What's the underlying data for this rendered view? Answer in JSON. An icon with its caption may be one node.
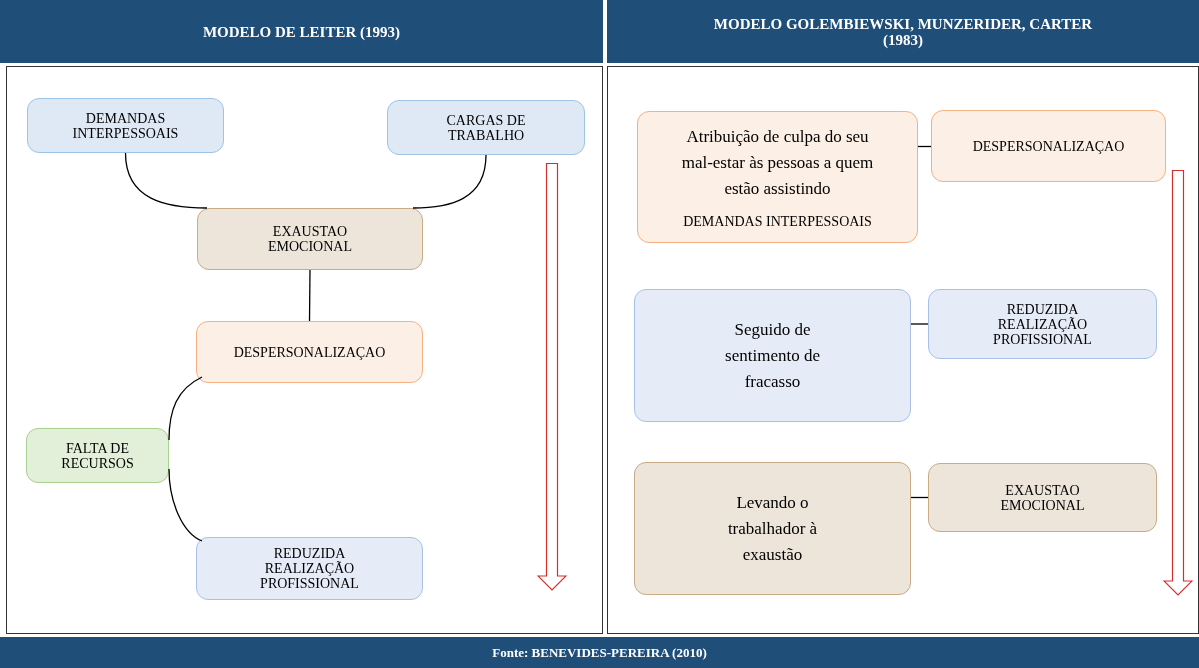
{
  "diagram": {
    "nodes": [
      {
        "text": [
          "MODELO DE LEITER (1993)"
        ]
      },
      {
        "text": [
          "MODELO GOLEMBIEWSKI, MUNZERIDER, CARTER (1983)"
        ]
      },
      {
        "text": [],
        "shape": "box"
      },
      {
        "text": [
          "DEMANDAS INTERPESSOAIS"
        ],
        "in": 2
      },
      {
        "text": [
          "CARGAS DE TRABALHO"
        ],
        "in": 2
      },
      {
        "text": [
          "EXAUSTAO EMOCIONAL"
        ],
        "in": 2
      },
      {
        "text": [
          "DESPERSONALIZAÇAO"
        ],
        "in": 2
      },
      {
        "text": [
          "FALTA DE RECURSOS"
        ],
        "in": 2
      },
      {
        "text": [
          "REDUZIDA REALIZAÇÃO PROFISSIONAL"
        ],
        "in": 2
      },
      {
        "text": [],
        "shape": "box"
      },
      {
        "text": [
          "Atribuição de culpa do seu mal-estar às pessoas a quem estão assistindo",
          "DEMANDAS INTERPESSOAIS"
        ],
        "in": 9
      },
      {
        "text": [
          "DESPERSONALIZAÇAO"
        ],
        "in": 9
      },
      {
        "text": [
          "Seguido de sentimento de fracasso"
        ],
        "in": 9
      },
      {
        "text": [
          "REDUZIDA REALIZAÇÃO PROFISSIONAL"
        ],
        "in": 9
      },
      {
        "text": [
          "Levando o trabalhador à exaustão"
        ],
        "in": 9
      },
      {
        "text": [
          "EXAUSTAO EMOCIONAL"
        ],
        "in": 9
      },
      {
        "text": [
          "Fonte: BENEVIDES-PEREIRA (2010)"
        ]
      }
    ],
    "edges": [
      {
        "from": 3,
        "to": 5,
        "arrow": "none"
      },
      {
        "from": 4,
        "to": 5,
        "arrow": "none"
      },
      {
        "from": 5,
        "to": 6,
        "arrow": "none"
      },
      {
        "from": 6,
        "to": 7,
        "arrow": "none"
      },
      {
        "from": 7,
        "to": 8,
        "arrow": "none"
      },
      {
        "from": 10,
        "to": 11,
        "arrow": "none"
      },
      {
        "from": 12,
        "to": 13,
        "arrow": "none"
      },
      {
        "from": 14,
        "to": 15,
        "arrow": "none"
      }
    ]
  }
}
